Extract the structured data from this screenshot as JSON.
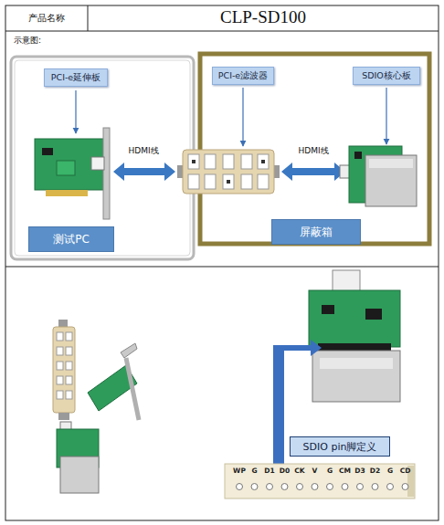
{
  "diagram": {
    "nodes": [
      {
        "text": [
          "PCI-e延伸板"
        ]
      },
      {
        "text": [
          "测试PC"
        ]
      },
      {
        "text": [
          "PCI-e滤波器"
        ]
      },
      {
        "text": [
          "SDIO核心板"
        ]
      },
      {
        "text": [
          "屏蔽箱"
        ]
      },
      {
        "text": [
          "SDIO pin脚定义"
        ]
      }
    ],
    "labels": [
      "产品名称",
      "CLP-SD100",
      "示意图:",
      "HDMI线",
      "HDMI线",
      "WP",
      "G",
      "D1",
      "D0",
      "CK",
      "V",
      "G",
      "CM",
      "D3",
      "D2",
      "G",
      "CD"
    ]
  }
}
